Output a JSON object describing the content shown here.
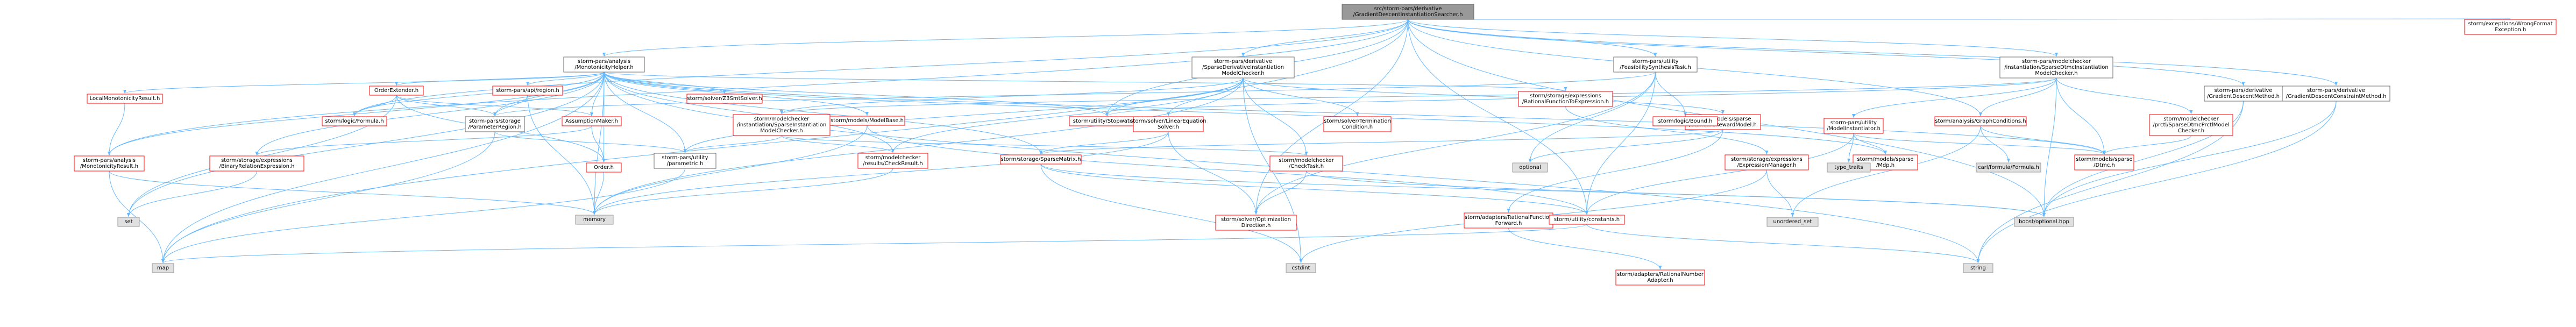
{
  "colors": {
    "root_fill": "#999999",
    "root_border": "#666666",
    "doc_border": "#666666",
    "doc_fill": "#ffffff",
    "missing_border": "#ff0000",
    "external_fill": "#e0e0e0",
    "external_border": "#999999",
    "edge": "#63b8ff",
    "text": "#000000"
  },
  "nodes": [
    {
      "id": "root",
      "kind": "root",
      "lines": [
        "src/storm-pars/derivative",
        "/GradientDescentInstantiationSearcher.h"
      ]
    },
    {
      "id": "mono",
      "kind": "doc",
      "lines": [
        "storm-pars/analysis",
        "/MonotonicityHelper.h"
      ]
    },
    {
      "id": "sparsederiv",
      "kind": "doc",
      "lines": [
        "storm-pars/derivative",
        "/SparseDerivativeInstantiation",
        "ModelChecker.h"
      ]
    },
    {
      "id": "feasib",
      "kind": "doc",
      "lines": [
        "storm-pars/utility",
        "/FeasibilitySynthesisTask.h"
      ]
    },
    {
      "id": "dtmcinst",
      "kind": "doc",
      "lines": [
        "storm-pars/modelchecker",
        "/instantiation/SparseDtmcInstantiation",
        "ModelChecker.h"
      ]
    },
    {
      "id": "gradmethod",
      "kind": "doc",
      "lines": [
        "storm-pars/derivative",
        "/GradientDescentMethod.h"
      ]
    },
    {
      "id": "gradconstr",
      "kind": "doc",
      "lines": [
        "storm-pars/derivative",
        "/GradientDescentConstraintMethod.h"
      ]
    },
    {
      "id": "wrongfmt",
      "kind": "missing",
      "lines": [
        "storm/exceptions/WrongFormat",
        "Exception.h"
      ]
    },
    {
      "id": "localmono",
      "kind": "missing",
      "lines": [
        "LocalMonotonicityResult.h"
      ]
    },
    {
      "id": "orderext",
      "kind": "missing",
      "lines": [
        "OrderExtender.h"
      ]
    },
    {
      "id": "paramregion",
      "kind": "missing",
      "lines": [
        "storm-pars/api/region.h"
      ]
    },
    {
      "id": "z3",
      "kind": "missing",
      "lines": [
        "storm/solver/Z3SmtSolver.h"
      ]
    },
    {
      "id": "ratfunexpr",
      "kind": "missing",
      "lines": [
        "storm/storage/expressions",
        "/RationalFunctionToExpression.h"
      ]
    },
    {
      "id": "logicformula",
      "kind": "missing",
      "lines": [
        "storm/logic/Formula.h"
      ]
    },
    {
      "id": "storageparam",
      "kind": "doc",
      "lines": [
        "storm-pars/storage",
        "/ParameterRegion.h"
      ]
    },
    {
      "id": "modelbase",
      "kind": "missing",
      "lines": [
        "storm/models/ModelBase.h"
      ]
    },
    {
      "id": "assumption",
      "kind": "missing",
      "lines": [
        "AssumptionMaker.h"
      ]
    },
    {
      "id": "sparseinstmc",
      "kind": "missing",
      "lines": [
        "storm/modelchecker",
        "/instantiation/SparseInstantiation",
        "ModelChecker.h"
      ]
    },
    {
      "id": "stopwatch",
      "kind": "missing",
      "lines": [
        "storm/utility/Stopwatch.h"
      ]
    },
    {
      "id": "linsolver",
      "kind": "missing",
      "lines": [
        "storm/solver/LinearEquation",
        "Solver.h"
      ]
    },
    {
      "id": "termcond",
      "kind": "missing",
      "lines": [
        "storm/solver/Termination",
        "Condition.h"
      ]
    },
    {
      "id": "sparsereward",
      "kind": "missing",
      "lines": [
        "storm/models/sparse",
        "/StandardRewardModel.h"
      ]
    },
    {
      "id": "logicbound",
      "kind": "missing",
      "lines": [
        "storm/logic/Bound.h"
      ]
    },
    {
      "id": "modelinst",
      "kind": "missing",
      "lines": [
        "storm-pars/utility",
        "/ModelInstantiator.h"
      ]
    },
    {
      "id": "graphcond",
      "kind": "missing",
      "lines": [
        "storm/analysis/GraphConditions.h"
      ]
    },
    {
      "id": "dtmcprctl",
      "kind": "missing",
      "lines": [
        "storm/modelchecker",
        "/prctl/SparseDtmcPrctlModel",
        "Checker.h"
      ]
    },
    {
      "id": "monoresult",
      "kind": "missing",
      "lines": [
        "storm-pars/analysis",
        "/MonotonicityResult.h"
      ]
    },
    {
      "id": "binrel",
      "kind": "missing",
      "lines": [
        "storm/storage/expressions",
        "/BinaryRelationExpression.h"
      ]
    },
    {
      "id": "order",
      "kind": "missing",
      "lines": [
        "Order.h"
      ]
    },
    {
      "id": "paramutil",
      "kind": "doc",
      "lines": [
        "storm-pars/utility",
        "/parametric.h"
      ]
    },
    {
      "id": "checkresult",
      "kind": "missing",
      "lines": [
        "storm/modelchecker",
        "/results/CheckResult.h"
      ]
    },
    {
      "id": "optional",
      "kind": "external",
      "lines": [
        "optional"
      ]
    },
    {
      "id": "checktask",
      "kind": "missing",
      "lines": [
        "storm/modelchecker",
        "/CheckTask.h"
      ]
    },
    {
      "id": "sparsematrix",
      "kind": "missing",
      "lines": [
        "storm/storage/SparseMatrix.h"
      ]
    },
    {
      "id": "exprmanager",
      "kind": "missing",
      "lines": [
        "storm/storage/expressions",
        "/ExpressionManager.h"
      ]
    },
    {
      "id": "mdp",
      "kind": "missing",
      "lines": [
        "storm/models/sparse",
        "/Mdp.h"
      ]
    },
    {
      "id": "typetraits",
      "kind": "external",
      "lines": [
        "type_traits"
      ]
    },
    {
      "id": "carlformula",
      "kind": "external",
      "lines": [
        "carl/formula/Formula.h"
      ]
    },
    {
      "id": "dtmc",
      "kind": "missing",
      "lines": [
        "storm/models/sparse",
        "/Dtmc.h"
      ]
    },
    {
      "id": "set",
      "kind": "external",
      "lines": [
        "set"
      ]
    },
    {
      "id": "memory",
      "kind": "external",
      "lines": [
        "memory"
      ]
    },
    {
      "id": "optdir",
      "kind": "missing",
      "lines": [
        "storm/solver/Optimization",
        "Direction.h"
      ]
    },
    {
      "id": "adapters",
      "kind": "missing",
      "lines": [
        "storm/adapters/RationalFunction",
        "Forward.h"
      ]
    },
    {
      "id": "constants",
      "kind": "missing",
      "lines": [
        "storm/utility/constants.h"
      ]
    },
    {
      "id": "unorderedset",
      "kind": "external",
      "lines": [
        "unordered_set"
      ]
    },
    {
      "id": "boostopt",
      "kind": "external",
      "lines": [
        "boost/optional.hpp"
      ]
    },
    {
      "id": "map",
      "kind": "external",
      "lines": [
        "map"
      ]
    },
    {
      "id": "cstdint",
      "kind": "external",
      "lines": [
        "cstdint"
      ]
    },
    {
      "id": "ratnumadapter",
      "kind": "missing",
      "lines": [
        "storm/adapters/RationalNumber",
        "Adapter.h"
      ]
    },
    {
      "id": "string",
      "kind": "external",
      "lines": [
        "string"
      ]
    }
  ]
}
